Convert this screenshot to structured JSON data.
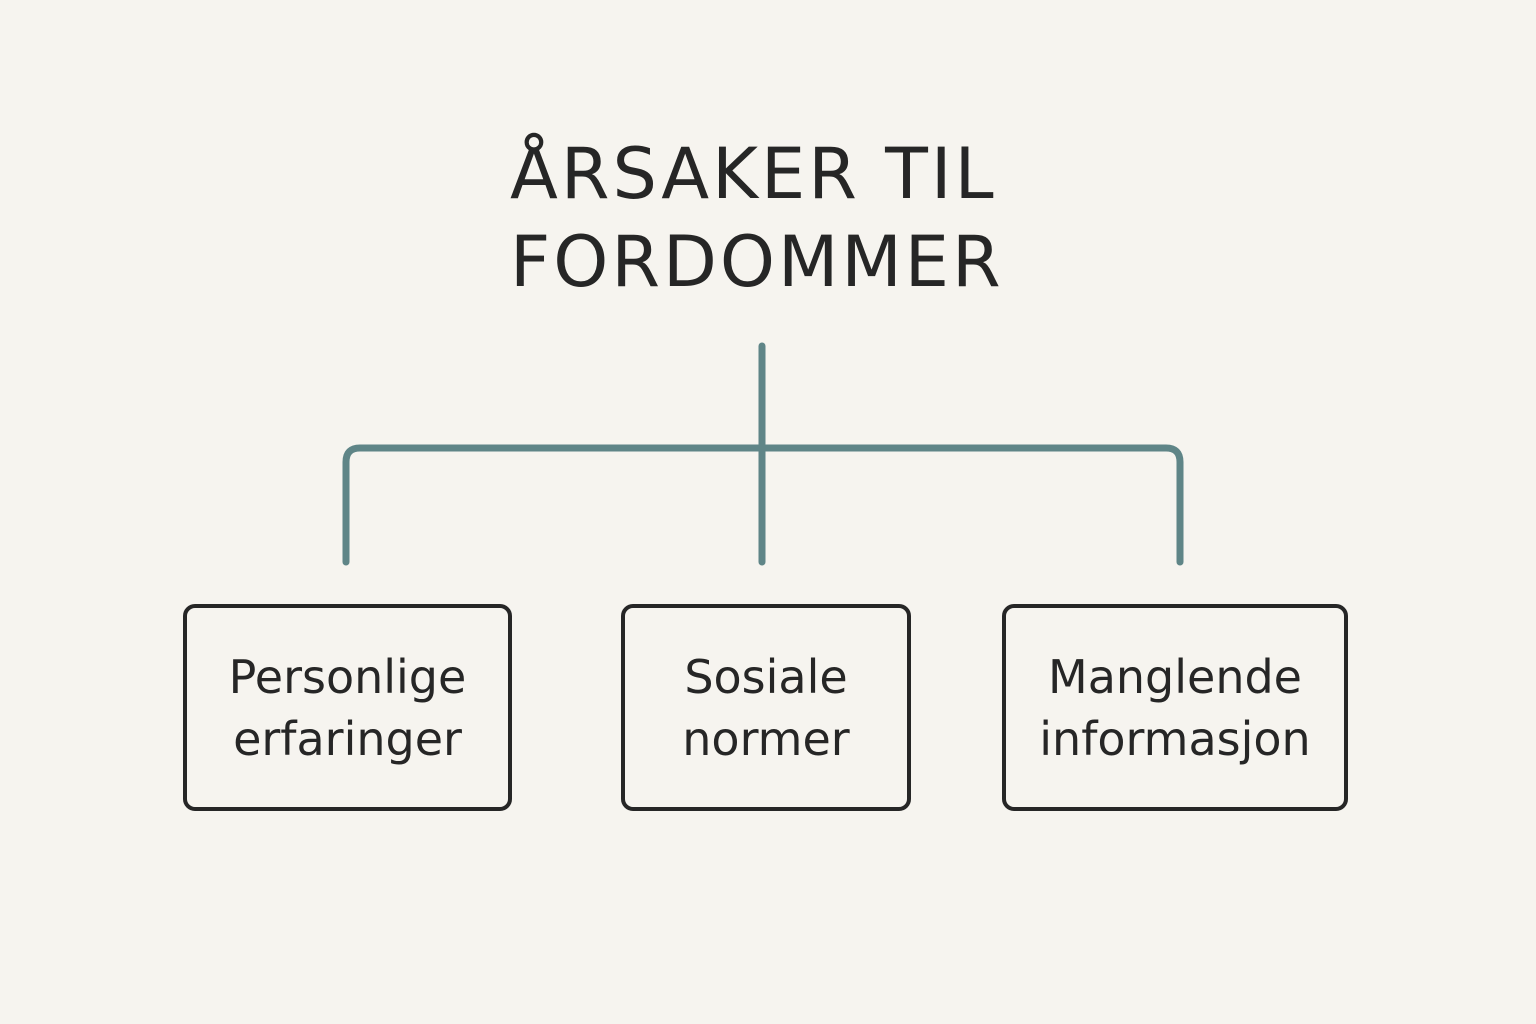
{
  "title": {
    "line1": "ÅRSAKER TIL",
    "line2": "FORDOMMER"
  },
  "causes": [
    {
      "line1": "Personlige",
      "line2": "erfaringer"
    },
    {
      "line1": "Sosiale",
      "line2": "normer"
    },
    {
      "line1": "Manglende",
      "line2": "informasjon"
    }
  ],
  "colors": {
    "background": "#f6f4ef",
    "text": "#262626",
    "connector": "#5f8587",
    "box_border": "#262626"
  }
}
